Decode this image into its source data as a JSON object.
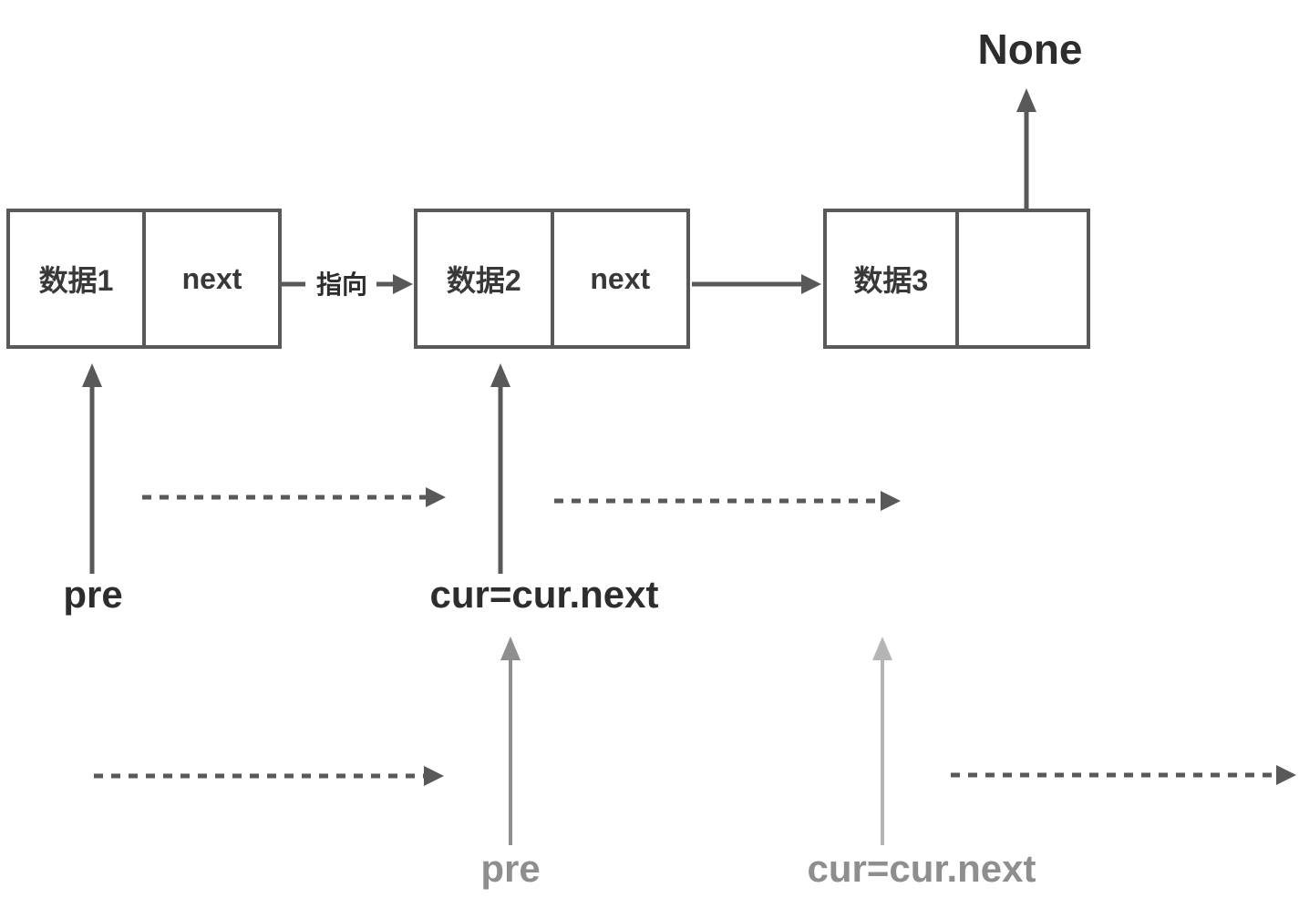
{
  "diagram": {
    "none_label": "None",
    "pointer_label": "指向",
    "nodes": [
      {
        "data_label": "数据1",
        "next_label": "next"
      },
      {
        "data_label": "数据2",
        "next_label": "next"
      },
      {
        "data_label": "数据3",
        "next_label": ""
      }
    ],
    "pointers_current": {
      "pre": "pre",
      "cur": "cur=cur.next"
    },
    "pointers_next_step": {
      "pre": "pre",
      "cur": "cur=cur.next"
    },
    "colors": {
      "line_dark": "#595959",
      "text_dark": "#2d2d2d",
      "node_text": "#383838",
      "arrow_gray": "#8f8f8f",
      "arrow_light": "#b5b5b5",
      "label_gray": "#8e8e8e",
      "background": "#ffffff"
    }
  }
}
